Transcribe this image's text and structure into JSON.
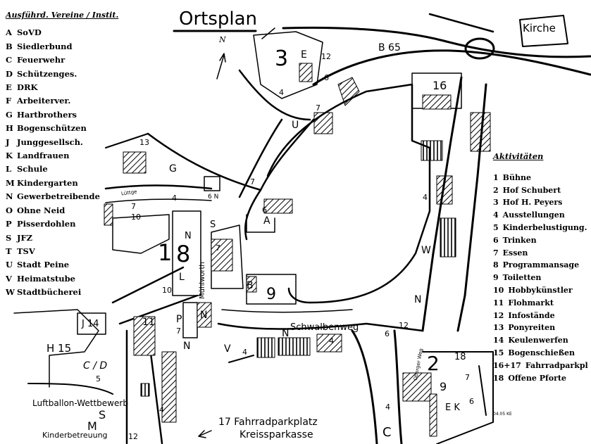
{
  "title": "Ortsplan",
  "landmark": "Kirche",
  "road_b65": "B 65",
  "north": "N",
  "clubs_header": "Ausführd. Vereine / Instit.",
  "clubs": [
    {
      "key": "A",
      "name": "SoVD"
    },
    {
      "key": "B",
      "name": "Siedlerbund"
    },
    {
      "key": "C",
      "name": "Feuerwehr"
    },
    {
      "key": "D",
      "name": "Schützenges."
    },
    {
      "key": "E",
      "name": "DRK"
    },
    {
      "key": "F",
      "name": "Arbeiterver."
    },
    {
      "key": "G",
      "name": "Hartbrothers"
    },
    {
      "key": "H",
      "name": "Bogenschützen"
    },
    {
      "key": "J",
      "name": "Junggesellsch."
    },
    {
      "key": "K",
      "name": "Landfrauen"
    },
    {
      "key": "L",
      "name": "Schule"
    },
    {
      "key": "M",
      "name": "Kindergarten"
    },
    {
      "key": "N",
      "name": "Gewerbetreibende"
    },
    {
      "key": "O",
      "name": "Ohne Neid"
    },
    {
      "key": "P",
      "name": "Pisserdohlen"
    },
    {
      "key": "S",
      "name": "JFZ"
    },
    {
      "key": "T",
      "name": "TSV"
    },
    {
      "key": "U",
      "name": "Stadt Peine"
    },
    {
      "key": "V",
      "name": "Heimatstube"
    },
    {
      "key": "W",
      "name": "Stadtbücherei"
    }
  ],
  "activities_header": "Aktivitäten",
  "activities": [
    {
      "num": "1",
      "name": "Bühne"
    },
    {
      "num": "2",
      "name": "Hof Schubert"
    },
    {
      "num": "3",
      "name": "Hof H. Peyers"
    },
    {
      "num": "4",
      "name": "Ausstellungen"
    },
    {
      "num": "5",
      "name": "Kinderbelustigung."
    },
    {
      "num": "6",
      "name": "Trinken"
    },
    {
      "num": "7",
      "name": "Essen"
    },
    {
      "num": "8",
      "name": "Programmansage"
    },
    {
      "num": "9",
      "name": "Toiletten"
    },
    {
      "num": "10",
      "name": "Hobbykünstler"
    },
    {
      "num": "11",
      "name": "Flohmarkt"
    },
    {
      "num": "12",
      "name": "Infostände"
    },
    {
      "num": "13",
      "name": "Ponyreiten"
    },
    {
      "num": "14",
      "name": "Keulenwerfen"
    },
    {
      "num": "15",
      "name": "Bogenschießen"
    },
    {
      "num": "16+17",
      "name": "Fahrradparkpl"
    },
    {
      "num": "18",
      "name": "Offene Pforte"
    }
  ],
  "streets": {
    "schwalbenweg": "Schwalbenweg",
    "muehlworth": "Mühlworth",
    "oberger_weg": "Oberger Weg",
    "luttge": "Lüttge"
  },
  "places": {
    "h15": "H 15",
    "cd": "C / D",
    "j14": "J 14",
    "luftballon": "Luftballon-Wettbewerb",
    "kinderbetreuung": "Kinderbetreuung",
    "parking_17_line1": "17  Fahrradparkplatz",
    "parking_17_line2": "Kreissparkasse",
    "stamp": "04.05 KE"
  }
}
